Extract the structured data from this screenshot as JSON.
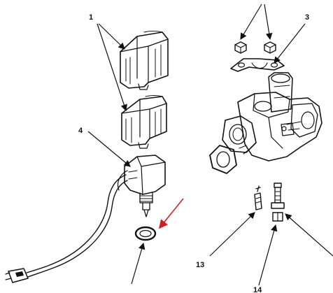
{
  "figure": {
    "callouts": {
      "c1": "1",
      "c3": "3",
      "c4": "4",
      "c13": "13",
      "c14": "14"
    },
    "highlight_color": "#cc2222",
    "ink_color": "#111111"
  }
}
